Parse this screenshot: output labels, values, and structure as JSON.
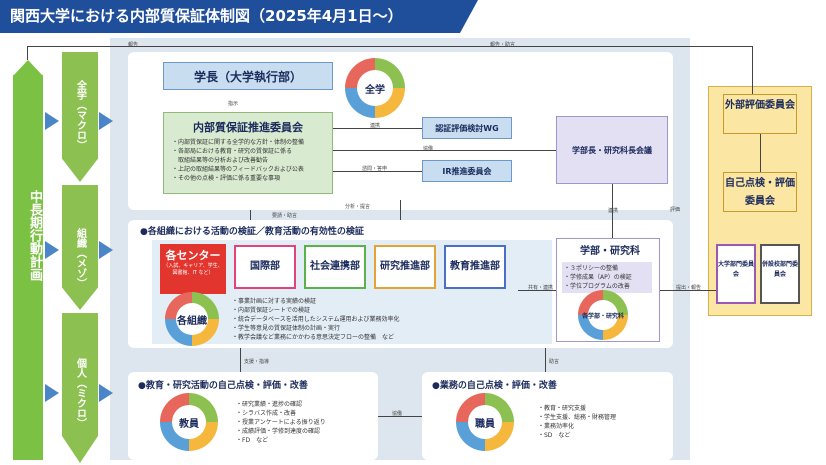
{
  "title": "関西大学における内部質保証体制図（2025年4月1日～）",
  "long_term_plan": "中長期行動計画",
  "levels": [
    {
      "label": "全学（マクロ）"
    },
    {
      "label": "組織（メゾ）"
    },
    {
      "label": "個人（ミクロ）"
    }
  ],
  "president_box": "学長（大学執行部）",
  "cycle_labels": {
    "university": "全学",
    "organization": "各組織",
    "faculty": "各学部・研究科",
    "staff": "職員",
    "teacher": "教員"
  },
  "committee": {
    "title": "内部質保証推進委員会",
    "items": [
      "・内部質保証に関する全学的な方針・体制の整備",
      "・各部局における教育・研究の質保証に係る",
      "　取組結果等の分析および改善勧告",
      "・上記の取組結果等のフィードバックおよび公表",
      "・その他の点検・評価に係る重要な事項"
    ]
  },
  "wg_box": "認証評価検討WG",
  "ir_box": "IR推進委員会",
  "deans_box": "学部長・研究科長会議",
  "external_box": "外部評価委員会",
  "self_eval_box": "自己点検・評価委員会",
  "faculty_committee": "大学部門委員会",
  "other_committee": "併設校部門委員会",
  "org_section_title": "●各組織における活動の検証／教育活動の有効性の検証",
  "centers": {
    "title": "各センター",
    "sub": "（入試、キャリア、学生、図書館、IT など）"
  },
  "depts": [
    "国際部",
    "社会連携部",
    "研究推進部",
    "教育推進部"
  ],
  "org_items": [
    "・事業計画に対する実績の検証",
    "・内部質保証シートでの検証",
    "・統合データベースを活用したシステム運用および業務効率化",
    "・学生等意見の質保証体制の計画・実行",
    "・教学会議など業務にかかわる意思決定フローの整備　など"
  ],
  "faculty_box": "学部・研究科",
  "faculty_items": [
    "・３ポリシーの整備",
    "・学修成果（AP）の検証",
    "・学位プログラムの改善"
  ],
  "teacher_section": {
    "title": "●教育・研究活動の自己点検・評価・改善",
    "items": [
      "・研究業績・進捗の確認",
      "・シラバス作成・改善",
      "・授業アンケートによる振り返り",
      "・成績評価・学修到達度の確認",
      "・FD　など"
    ]
  },
  "staff_section": {
    "title": "●業務の自己点検・評価・改善",
    "items": [
      "・教育・研究支援",
      "・学生支援、総務・財務管理",
      "・業務効率化",
      "・SD　など"
    ]
  },
  "arrow_labels": {
    "report_top": "報告",
    "report_eval": "報告・助言",
    "direct": "指示",
    "consult": "諮問・答申",
    "cooperate": "連携",
    "collaborate": "協働",
    "request": "要請・助言",
    "share": "共有・連携",
    "assist": "支援・指導",
    "evaluate": "評価",
    "advise": "助言",
    "submit": "提出・報告",
    "analyze": "分析・提言"
  },
  "colors": {
    "title": "#1f4e9a",
    "green": "#7bc144",
    "blue": "#4a86c5"
  }
}
